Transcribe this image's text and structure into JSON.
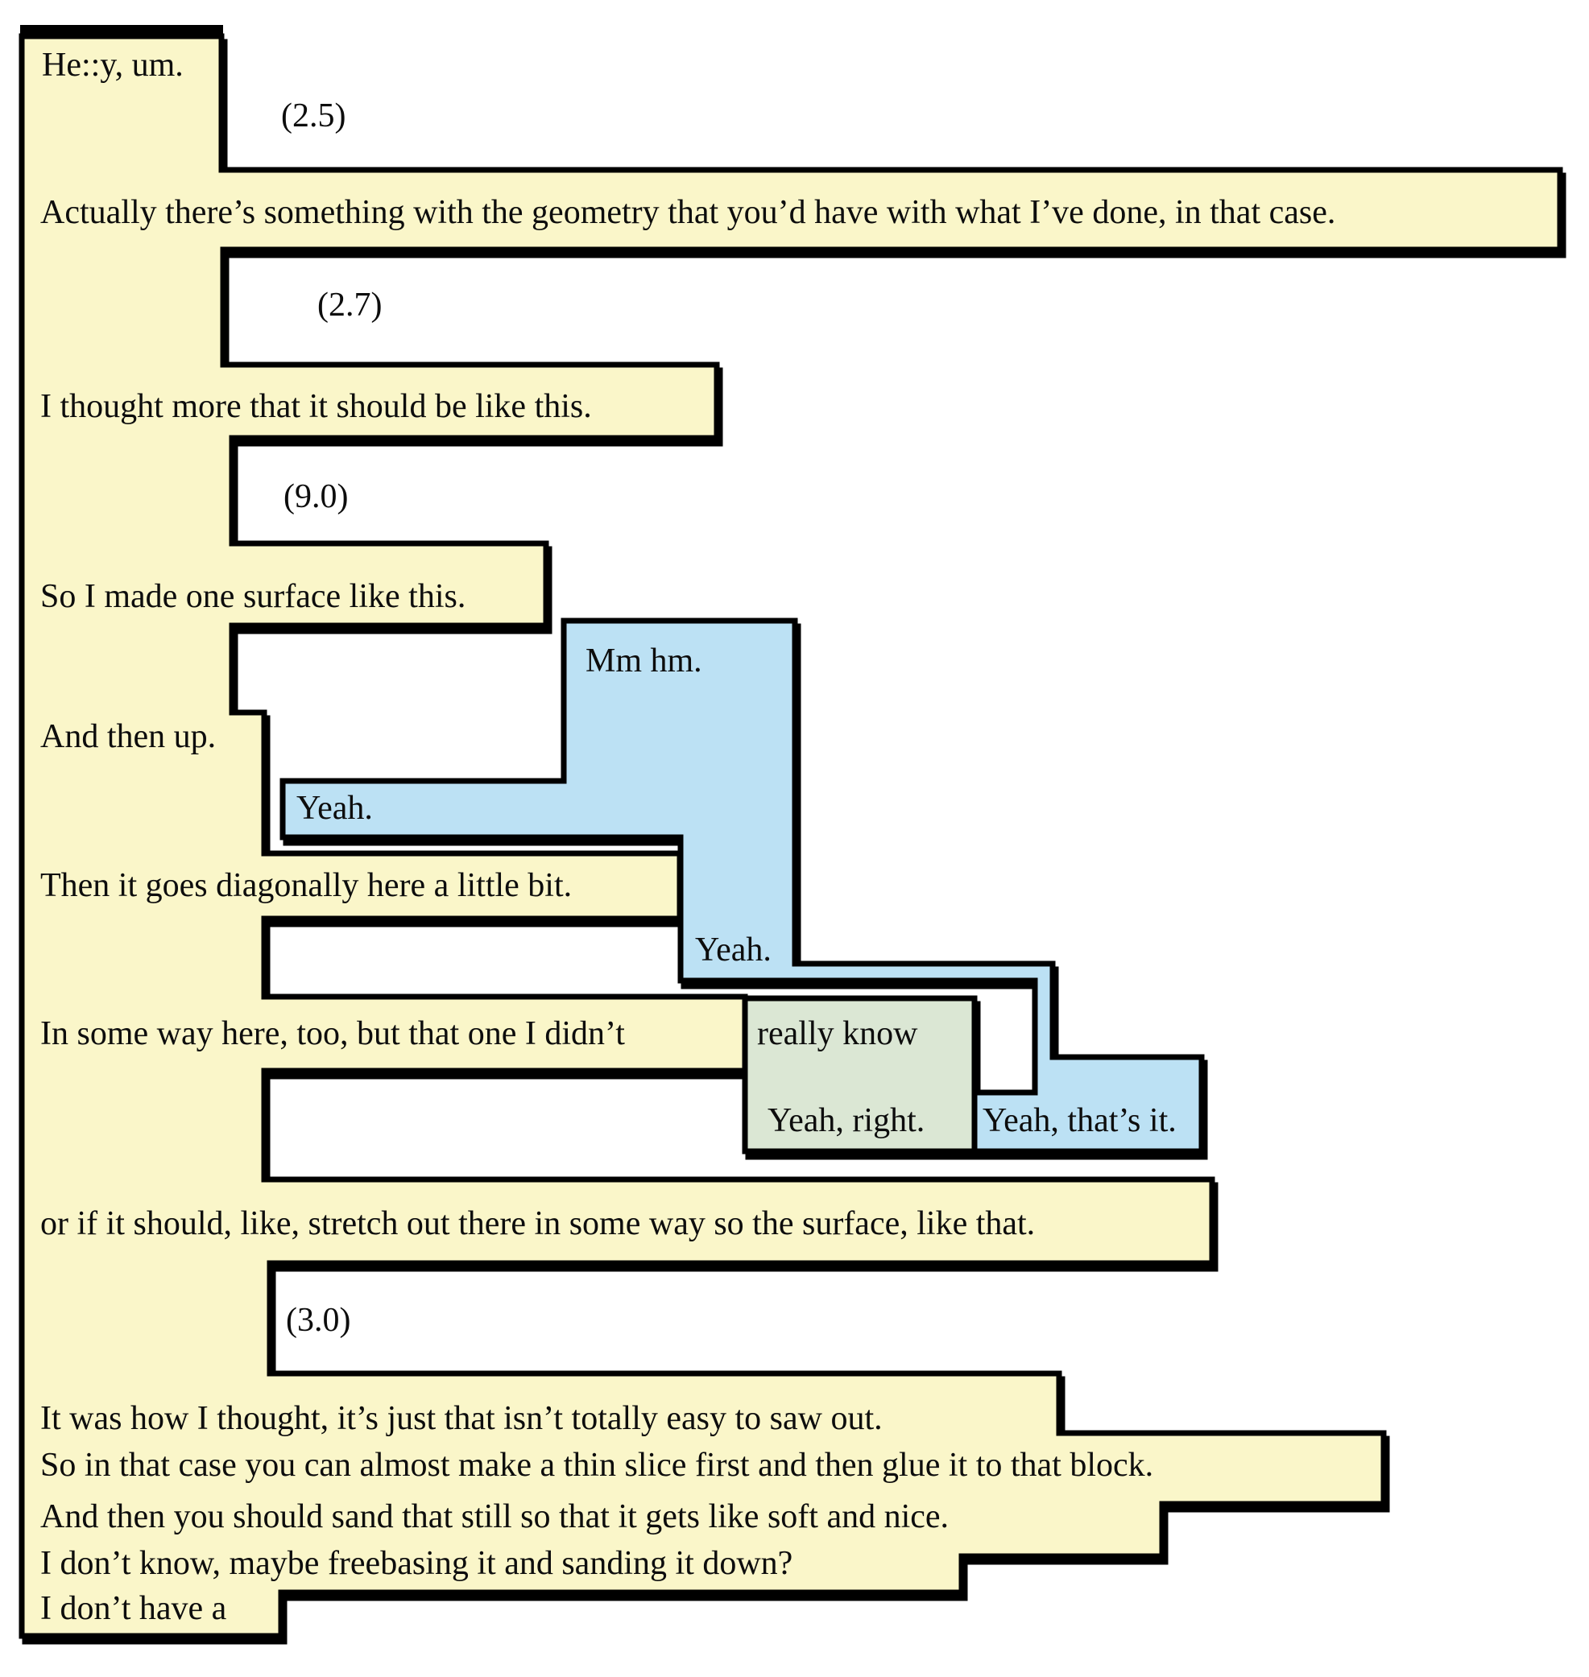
{
  "figure": {
    "type": "conversation-transcript-timeline-diagram",
    "description": "Stepped block diagram of a conversation; horizontal position reflects time, each speaker has a colored region, white notches are silences."
  },
  "colors": {
    "speaker_a_yellow": "#FAF6C9",
    "speaker_b_blue": "#BCE1F4",
    "speaker_c_green": "#DBE7D4",
    "outline": "#000000",
    "background": "#FFFFFF"
  },
  "speakers": [
    {
      "id": "A",
      "color_name": "yellow",
      "hex": "#FAF6C9"
    },
    {
      "id": "B",
      "color_name": "blue",
      "hex": "#BCE1F4"
    },
    {
      "id": "C",
      "color_name": "green",
      "hex": "#DBE7D4"
    }
  ],
  "labels": [
    {
      "speaker": "A",
      "text": "He::y, um."
    },
    {
      "speaker": "pause",
      "text": "(2.5)"
    },
    {
      "speaker": "A",
      "text": "Actually there’s something with the geometry that you’d have with what I’ve done, in that case."
    },
    {
      "speaker": "pause",
      "text": "(2.7)"
    },
    {
      "speaker": "A",
      "text": "I thought more that it should be like this."
    },
    {
      "speaker": "pause",
      "text": "(9.0)"
    },
    {
      "speaker": "A",
      "text": "So I made one surface like this."
    },
    {
      "speaker": "B",
      "text": "Mm hm."
    },
    {
      "speaker": "A",
      "text": "And then up."
    },
    {
      "speaker": "B",
      "text": "Yeah."
    },
    {
      "speaker": "A",
      "text": "Then it goes diagonally here a little bit."
    },
    {
      "speaker": "B",
      "text": "Yeah."
    },
    {
      "speaker": "A",
      "text": "In some way here, too, but that one I didn’t"
    },
    {
      "speaker": "C",
      "text": "really know"
    },
    {
      "speaker": "C",
      "text": "Yeah, right."
    },
    {
      "speaker": "B",
      "text": "Yeah, that’s it."
    },
    {
      "speaker": "A",
      "text": "or if it should, like, stretch out there in some way so the surface, like that."
    },
    {
      "speaker": "pause",
      "text": "(3.0)"
    },
    {
      "speaker": "A",
      "text": "It was how I thought, it’s just that isn’t totally easy to saw out."
    },
    {
      "speaker": "A",
      "text": "So in that case you can almost make a thin slice first and then glue it to that block."
    },
    {
      "speaker": "A",
      "text": "And then you should sand that still so that it gets like soft and nice."
    },
    {
      "speaker": "A",
      "text": "I don’t know, maybe freebasing it and sanding it down?"
    },
    {
      "speaker": "A",
      "text": "I don’t have a"
    }
  ]
}
